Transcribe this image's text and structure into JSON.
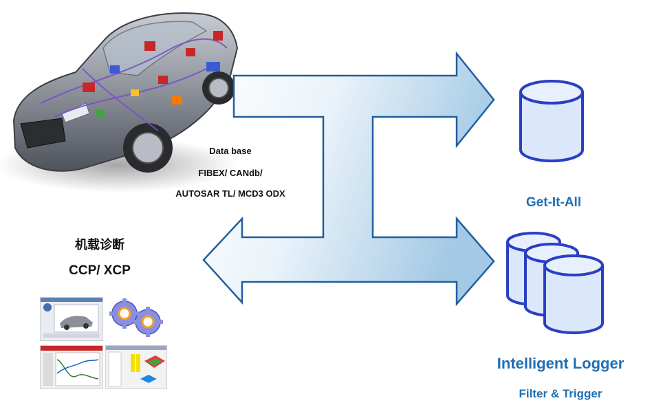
{
  "database": {
    "line1": "Data base",
    "line2": "FIBEX/ CANdb/",
    "line3": "AUTOSAR TL/ MCD3 ODX"
  },
  "left": {
    "title_cn": "机载诊断",
    "protocols": "CCP/ XCP"
  },
  "right": {
    "get_it_all": "Get-It-All",
    "logger": "Intelligent Logger",
    "filter": "Filter & Trigger"
  },
  "colors": {
    "accent_blue": "#1f6fb5",
    "arrow_stroke": "#1f5f9e",
    "arrow_fill_light": "#ffffff",
    "arrow_fill_dark": "#9ec6e3",
    "db_fill": "#dbe8fb",
    "db_stroke": "#2a3fc4"
  },
  "icons": {
    "car": "car-cutaway-image",
    "database_single": "database-cylinder-icon",
    "database_stack": "database-stack-icon",
    "gears": "gears-icon"
  }
}
